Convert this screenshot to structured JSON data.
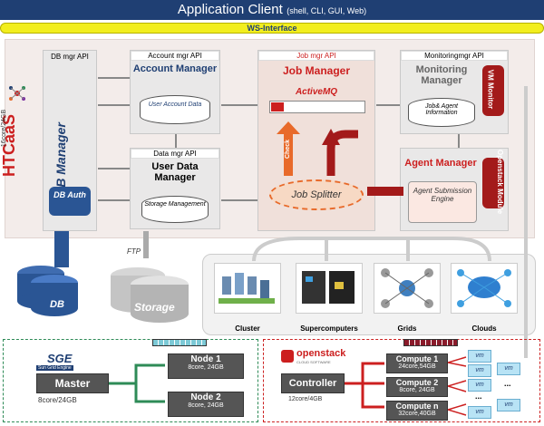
{
  "client": {
    "title": "Application Client",
    "protocols": "(shell, CLI, GUI, Web)"
  },
  "ws_interface": "WS-Interface",
  "htcaas": {
    "name": "HTCaaS",
    "spec": "16core/24GB"
  },
  "db_manager": {
    "api": "DB mgr API",
    "title": "DB Manager",
    "auth": "DB Auth"
  },
  "account_manager": {
    "api": "Account mgr API",
    "title": "Account Manager",
    "db": "User Account Data"
  },
  "data_manager": {
    "api": "Data mgr API",
    "title": "User Data Manager",
    "db": "Storage Management"
  },
  "job_manager": {
    "api": "Job mgr API",
    "title": "Job Manager",
    "mq": "ActiveMQ",
    "splitter": "Job Splitter",
    "check": "Check"
  },
  "monitoring_manager": {
    "api": "Monitoringmgr API",
    "title": "Monitoring Manager",
    "db": "Job& Agent Information",
    "side": "VM Monitor"
  },
  "agent_manager": {
    "title": "Agent Manager",
    "engine": "Agent Submission Engine",
    "side": "Openstack Module"
  },
  "ftp": "FTP",
  "db_label": "DB",
  "storage_label": "Storage",
  "resources": [
    {
      "label": "Cluster"
    },
    {
      "label": "Supercomputers"
    },
    {
      "label": "Grids"
    },
    {
      "label": "Clouds"
    }
  ],
  "sge": {
    "name": "SGE",
    "sub": "Sun Grid Engine",
    "master": {
      "name": "Master",
      "spec": "8core/24GB"
    },
    "nodes": [
      {
        "name": "Node 1",
        "spec": "8core, 24GB"
      },
      {
        "name": "Node 2",
        "spec": "8core, 24GB"
      }
    ]
  },
  "openstack": {
    "name": "openstack",
    "sub": "CLOUD SOFTWARE",
    "controller": {
      "name": "Controller",
      "spec": "12core/4GB"
    },
    "computes": [
      {
        "name": "Compute 1",
        "spec": "24core,54GB"
      },
      {
        "name": "Compute 2",
        "spec": "8core, 24GB"
      },
      {
        "name": "Compute n",
        "spec": "32core,40GB"
      }
    ],
    "vm_label": "vm",
    "dots": "..."
  },
  "colors": {
    "navy": "#1f3f73",
    "red": "#cc1f1f",
    "yellow": "#f2ee1e",
    "orange": "#e86a2a"
  }
}
